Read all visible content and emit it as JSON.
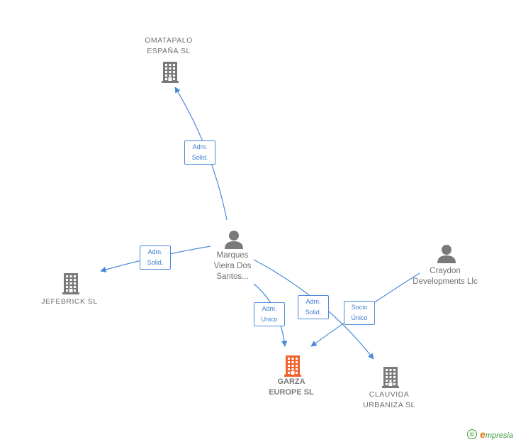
{
  "colors": {
    "edge": "#4a8ad8",
    "company": "#7a7a7a",
    "focus_company": "#f0622a",
    "person": "#7a7a7a"
  },
  "nodes": [
    {
      "id": "omatapalo",
      "type": "company",
      "icon": "building-icon",
      "lines": [
        "OMATAPALO",
        "ESPAÑA  SL"
      ]
    },
    {
      "id": "jefebrick",
      "type": "company",
      "icon": "building-icon",
      "lines": [
        "JEFEBRICK  SL"
      ]
    },
    {
      "id": "marques",
      "type": "person",
      "icon": "person-icon",
      "lines": [
        "Marques",
        "Vieira Dos",
        "Santos..."
      ]
    },
    {
      "id": "craydon",
      "type": "person",
      "icon": "person-icon",
      "lines": [
        "Craydon",
        "Developments Llc"
      ]
    },
    {
      "id": "garza",
      "type": "focus",
      "icon": "building-icon",
      "lines": [
        "GARZA",
        "EUROPE  SL"
      ]
    },
    {
      "id": "clauvida",
      "type": "company",
      "icon": "building-icon",
      "lines": [
        "CLAUVIDA",
        "URBANIZA  SL"
      ]
    }
  ],
  "edges": [
    {
      "id": "marques-omatapalo",
      "lines": [
        "Adm.",
        "Solid."
      ]
    },
    {
      "id": "marques-jefebrick",
      "lines": [
        "Adm.",
        "Solid."
      ]
    },
    {
      "id": "marques-garza",
      "lines": [
        "Adm.",
        "Unico"
      ]
    },
    {
      "id": "marques-clauvida",
      "lines": [
        "Adm.",
        "Solid."
      ]
    },
    {
      "id": "craydon-garza",
      "lines": [
        "Socio",
        "Único"
      ]
    }
  ],
  "footer": {
    "copyright": "©",
    "brand_initial": "e",
    "brand_rest": "mpresia"
  }
}
